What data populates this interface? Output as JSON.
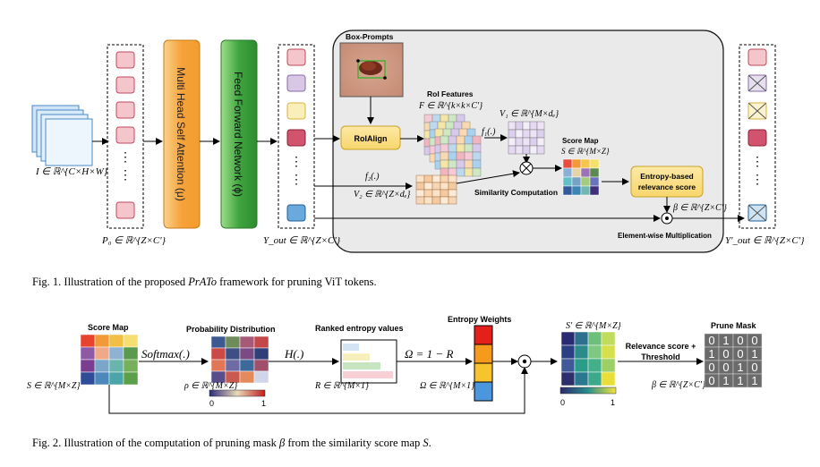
{
  "figure1": {
    "box_prompts_label": "Box-Prompts",
    "mhsa_label": "Multi Head Self Attention (μ)",
    "ffn_label": "Feed Forward Network (ϕ)",
    "roialign_label": "RoIAlign",
    "roi_features_label": "RoI Features",
    "roi_features_math": "F ∈ ℝ^{k×k×C'}",
    "f1_label": "f₁(.)",
    "v1_math": "V₁ ∈ ℝ^{M×dₑ}",
    "score_map_label": "Score Map",
    "score_map_math": "S ∈ ℝ^{M×Z}",
    "f2_label": "f₂(.)",
    "v2_math": "V₂ ∈ ℝ^{Z×dₑ}",
    "similarity_label": "Similarity Computation",
    "entropy_label_line1": "Entropy-based",
    "entropy_label_line2": "relevance score",
    "beta_math": "β ∈ ℝ^{Z×C'}",
    "elementwise_label": "Element-wise Multiplication",
    "input_math": "I ∈ ℝ^{C×H×W}",
    "p0_math": "P₀ ∈ ℝ^{Z×C'}",
    "yout_math": "Y_out ∈ ℝ^{Z×C'}",
    "yout_prime_math": "Y'_out ∈ ℝ^{Z×C'}"
  },
  "caption1": {
    "prefix": "Fig. 1.  Illustration of the proposed ",
    "name": "PrATo",
    "suffix": " framework for pruning ViT tokens."
  },
  "figure2": {
    "score_map_label": "Score Map",
    "s_math": "S ∈ ℝ^{M×Z}",
    "softmax_label": "Softmax(.)",
    "prob_label": "Probability Distribution",
    "rho_math": "ρ ∈ ℝ^{M×Z}",
    "h_label": "H(.)",
    "ranked_label": "Ranked entropy values",
    "r_math": "R ∈ ℝ^{M×1}",
    "omega_label": "Ω = 1 − R",
    "omega_math": "Ω ∈ ℝ^{M×1}",
    "weights_label": "Entropy Weights",
    "s_prime_math": "S' ∈ ℝ^{M×Z}",
    "threshold_line1": "Relevance score +",
    "threshold_line2": "Threshold",
    "prune_label": "Prune Mask",
    "beta_math": "β ∈ ℝ^{Z×C'}",
    "colorbar_min": "0",
    "colorbar_max": "1",
    "prune_mask": [
      [
        "0",
        "1",
        "0",
        "0"
      ],
      [
        "1",
        "0",
        "0",
        "1"
      ],
      [
        "0",
        "0",
        "1",
        "0"
      ],
      [
        "0",
        "1",
        "1",
        "1"
      ]
    ]
  },
  "caption2": {
    "prefix": "Fig. 2.  Illustration of the computation of pruning mask ",
    "beta": "β",
    "middle": " from the similarity score map ",
    "s": "S",
    "suffix": "."
  },
  "colors": {
    "token_pink": "#f4c6cc",
    "token_purple": "#d9c7e6",
    "token_yellow": "#fbefb9",
    "token_red": "#d2536e",
    "token_blue": "#6aa9dc",
    "mhsa_orange": "#f5a23d",
    "ffn_green": "#4aa84a",
    "roialign_yellow": "#fbe08a",
    "panel_gray": "#ececec"
  }
}
